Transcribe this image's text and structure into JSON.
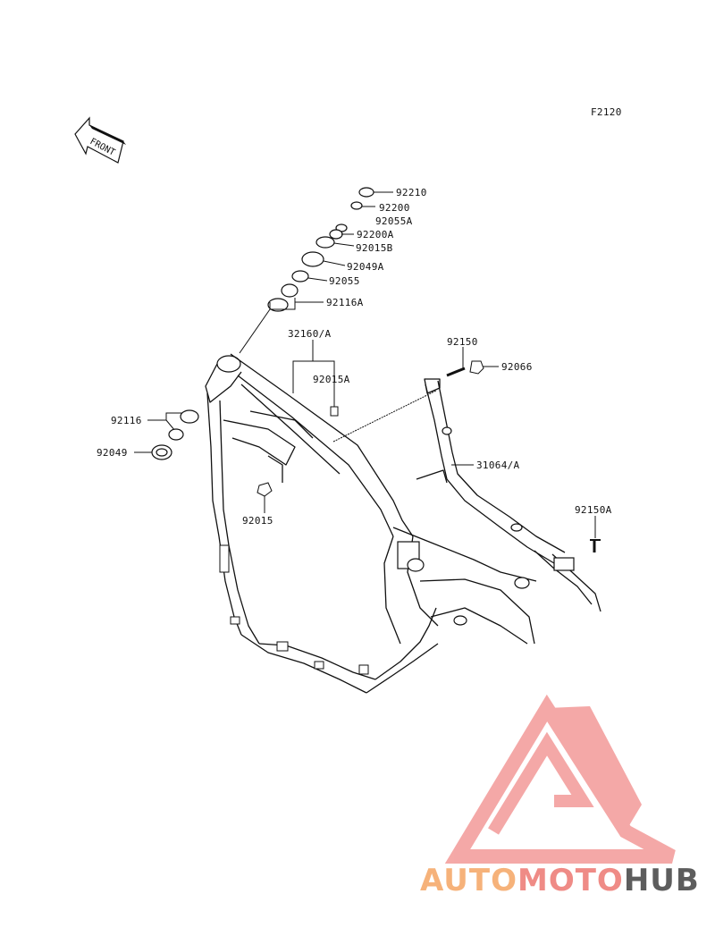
{
  "figure_code": "F2120",
  "front_arrow_text": "FRONT",
  "labels": {
    "p92210": "92210",
    "p92200": "92200",
    "p92055A": "92055A",
    "p92200A": "92200A",
    "p92015B": "92015B",
    "p92049A": "92049A",
    "p92055": "92055",
    "p92116A": "92116A",
    "p32160A": "32160/A",
    "p92015A": "92015A",
    "p92150": "92150",
    "p92066": "92066",
    "p92116": "92116",
    "p92049": "92049",
    "p31064A": "31064/A",
    "p92015": "92015",
    "p92150A": "92150A"
  },
  "watermark": {
    "part1": "AUTO",
    "part2": "MOTO",
    "part3": "HUB",
    "color1": "#f6b27a",
    "color2": "#ef8b86",
    "color3": "#5d5d5d",
    "logo_color": "#f39a98"
  }
}
